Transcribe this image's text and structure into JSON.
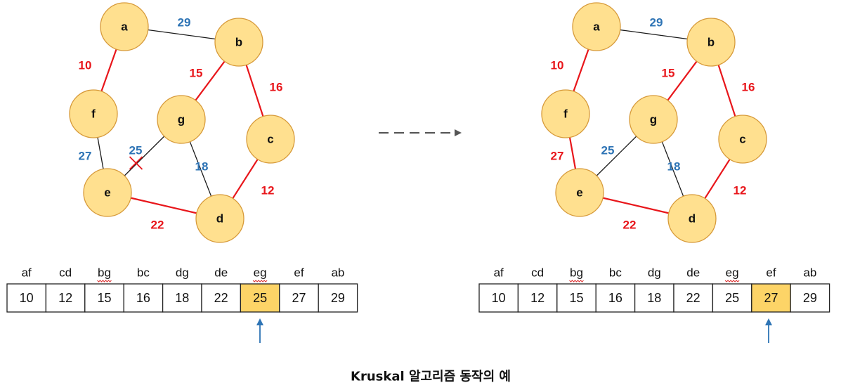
{
  "caption": "Kruskal 알고리즘 동작의 예",
  "colors": {
    "node_fill": "#ffe08f",
    "node_stroke": "#d79a3a",
    "selected_edge": "#e8161b",
    "unselected_edge": "#1a1a1a",
    "unselected_weight": "#2e74b5",
    "highlight_cell": "#fdd467",
    "pointer_arrow": "#2e74b5",
    "transition_arrow": "#555555"
  },
  "nodes": [
    "a",
    "b",
    "c",
    "d",
    "e",
    "f",
    "g"
  ],
  "edge_list": {
    "headers": [
      "af",
      "cd",
      "bg",
      "bc",
      "dg",
      "de",
      "eg",
      "ef",
      "ab"
    ],
    "values": [
      "10",
      "12",
      "15",
      "16",
      "18",
      "22",
      "25",
      "27",
      "29"
    ]
  },
  "panels": [
    {
      "id": "before",
      "edges": [
        {
          "key": "ab",
          "weight": "29",
          "selected": false
        },
        {
          "key": "af",
          "weight": "10",
          "selected": true
        },
        {
          "key": "bg",
          "weight": "15",
          "selected": true
        },
        {
          "key": "bc",
          "weight": "16",
          "selected": true
        },
        {
          "key": "ef",
          "weight": "27",
          "selected": false
        },
        {
          "key": "eg",
          "weight": "25",
          "selected": false,
          "rejected": true
        },
        {
          "key": "dg",
          "weight": "18",
          "selected": false
        },
        {
          "key": "cd",
          "weight": "12",
          "selected": true
        },
        {
          "key": "de",
          "weight": "22",
          "selected": true
        }
      ],
      "highlight_index": 6
    },
    {
      "id": "after",
      "edges": [
        {
          "key": "ab",
          "weight": "29",
          "selected": false
        },
        {
          "key": "af",
          "weight": "10",
          "selected": true
        },
        {
          "key": "bg",
          "weight": "15",
          "selected": true
        },
        {
          "key": "bc",
          "weight": "16",
          "selected": true
        },
        {
          "key": "ef",
          "weight": "27",
          "selected": true
        },
        {
          "key": "eg",
          "weight": "25",
          "selected": false
        },
        {
          "key": "dg",
          "weight": "18",
          "selected": false
        },
        {
          "key": "cd",
          "weight": "12",
          "selected": true
        },
        {
          "key": "de",
          "weight": "22",
          "selected": true
        }
      ],
      "highlight_index": 7
    }
  ]
}
